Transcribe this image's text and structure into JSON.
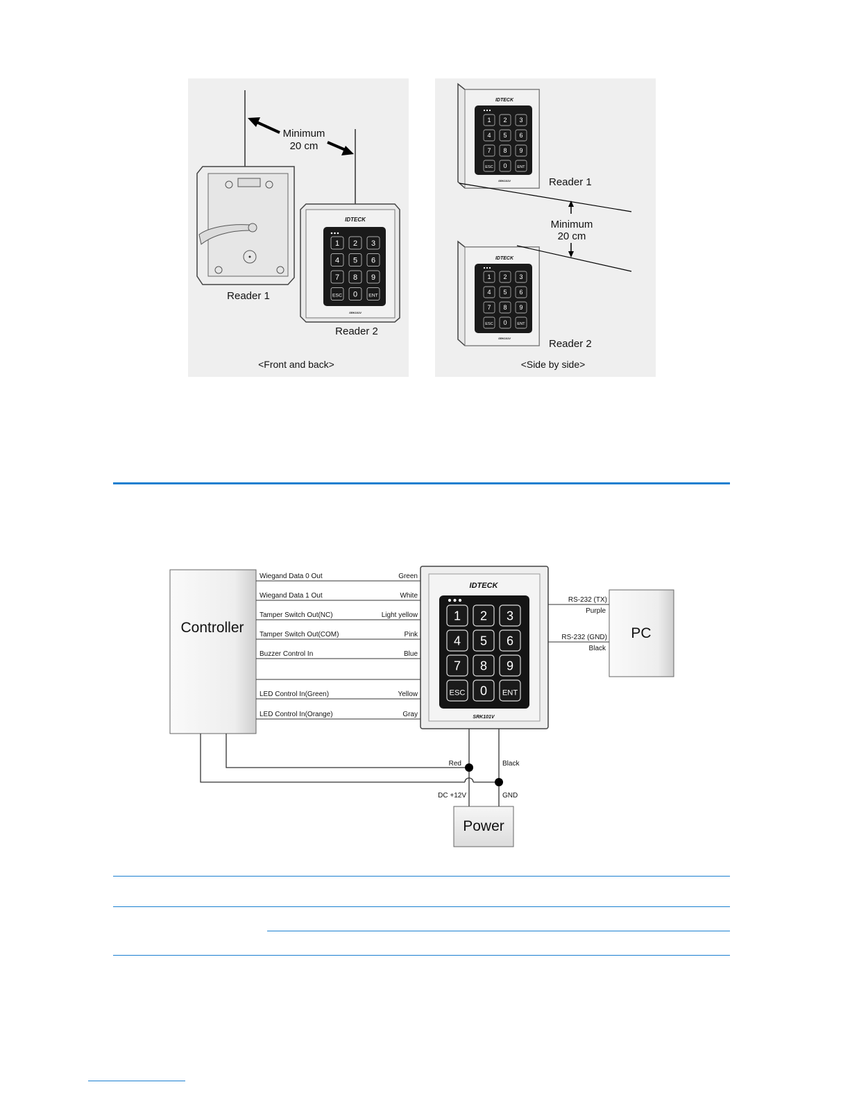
{
  "install_figures": {
    "front_back": {
      "minimum": "Minimum",
      "distance": "20 cm",
      "reader1": "Reader 1",
      "reader2": "Reader 2",
      "caption": "<Front and back>"
    },
    "side_by_side": {
      "reader1": "Reader 1",
      "reader2": "Reader 2",
      "minimum": "Minimum",
      "distance": "20 cm",
      "caption": "<Side by side>"
    }
  },
  "keypad": {
    "brand": "IDTECK",
    "model": "SRK101V",
    "keys": [
      "1",
      "2",
      "3",
      "4",
      "5",
      "6",
      "7",
      "8",
      "9",
      "ESC",
      "0",
      "ENT"
    ]
  },
  "wiring": {
    "controller": "Controller",
    "pc": "PC",
    "power": "Power",
    "signals": [
      {
        "name": "Wiegand Data 0 Out",
        "color": "Green"
      },
      {
        "name": "Wiegand Data 1 Out",
        "color": "White"
      },
      {
        "name": "Tamper Switch Out(NC)",
        "color": "Light yellow"
      },
      {
        "name": "Tamper Switch Out(COM)",
        "color": "Pink"
      },
      {
        "name": "Buzzer Control In",
        "color": "Blue"
      },
      {
        "name": "LED Control In(Green)",
        "color": "Yellow"
      },
      {
        "name": "LED Control In(Orange)",
        "color": "Gray"
      }
    ],
    "pc_links": [
      {
        "name": "RS-232 (TX)",
        "color": "Purple"
      },
      {
        "name": "RS-232 (GND)",
        "color": "Black"
      }
    ],
    "power_links": {
      "red": "Red",
      "black": "Black",
      "dc": "DC +12V",
      "gnd": "GND"
    }
  },
  "colors": {
    "rule_blue": "#1a7fd0",
    "panel_bg": "#efefef"
  }
}
